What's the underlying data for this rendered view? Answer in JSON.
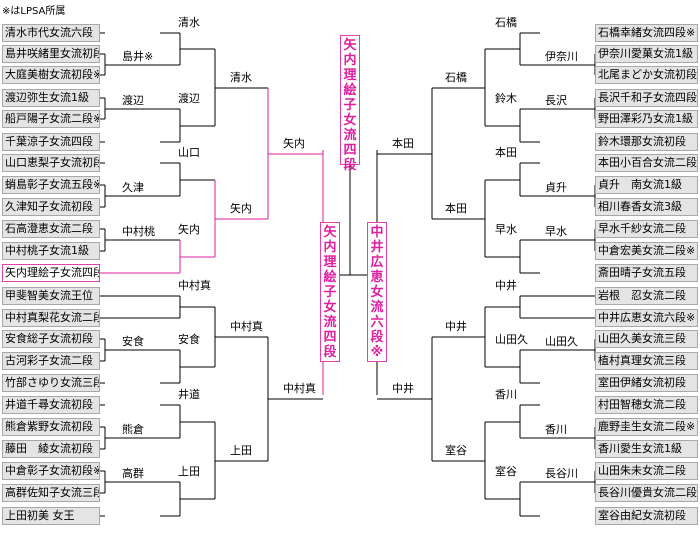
{
  "note": "※はLPSA所属",
  "left_players": [
    "清水市代女流六段",
    "島井咲緒里女流初段※",
    "大庭美樹女流初段※",
    "渡辺弥生女流1級",
    "船戸陽子女流二段※",
    "千葉涼子女流四段",
    "山口恵梨子女流初段",
    "蛸島彰子女流五段※",
    "久津知子女流初段",
    "石高澄恵女流二段",
    "中村桃子女流1級",
    "矢内理絵子女流四段",
    "甲斐智美女流王位",
    "中村真梨花女流二段",
    "安食総子女流初段",
    "古河彩子女流二段",
    "竹部さゆり女流三段",
    "井道千尋女流初段",
    "熊倉紫野女流初段",
    "藤田　綾女流初段",
    "中倉彰子女流初段※",
    "高群佐知子女流三段",
    "上田初美 女王"
  ],
  "right_players": [
    "石橋幸緒女流四段※",
    "伊奈川愛菓女流1級",
    "北尾まどか女流初段",
    "長沢千和子女流四段",
    "野田澤彩乃女流1級",
    "鈴木環那女流初段",
    "本田小百合女流二段",
    "貞升　南女流1級",
    "相川春香女流3級",
    "早水千紗女流二段",
    "中倉宏美女流二段※",
    "斎田晴子女流五段",
    "岩根　忍女流二段",
    "中井広恵女流六段※",
    "山田久美女流三段",
    "植村真理女流三段",
    "室田伊緒女流初段",
    "村田智穂女流二段",
    "鹿野圭生女流二段※",
    "香川愛生女流1級",
    "山田朱未女流二段",
    "長谷川優貴女流二段",
    "室谷由紀女流初段"
  ],
  "left_r1_winners": [
    "島井※",
    "渡辺",
    "久津",
    "中村桃",
    "安食",
    "熊倉",
    "高群"
  ],
  "left_r2_winners": [
    "清水",
    "渡辺",
    "山口",
    "矢内",
    "中村真",
    "安食",
    "井道",
    "上田"
  ],
  "left_r3_winners": [
    "清水",
    "矢内",
    "中村真",
    "上田"
  ],
  "left_r4_winners": [
    "矢内",
    "中村真"
  ],
  "right_r1_winners": [
    "伊奈川",
    "長沢",
    "貞升",
    "早水",
    "山田久",
    "香川",
    "長谷川"
  ],
  "right_r2_winners": [
    "石橋",
    "鈴木",
    "本田",
    "早水",
    "中井",
    "山田久",
    "香川",
    "室谷"
  ],
  "right_r3_winners": [
    "石橋",
    "本田",
    "中井",
    "室谷"
  ],
  "right_r4_winners": [
    "本田",
    "中井"
  ],
  "left_final": "矢内理絵子女流四段",
  "right_final": "中井広恵女流六段※",
  "champion": "矢内理絵子女流四段",
  "colors": {
    "highlight": "#e01fa0",
    "box": "#e4e4e4",
    "border": "#a8a8a8"
  }
}
